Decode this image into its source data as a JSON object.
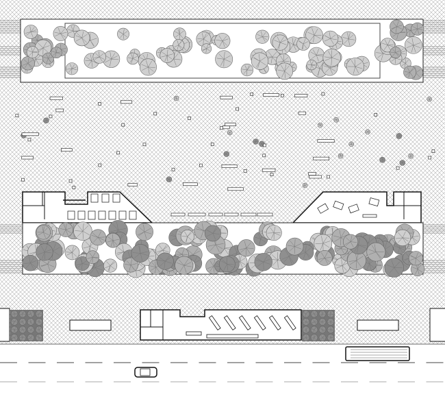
{
  "drawing": {
    "colors": {
      "hatch": "#b5b5b5",
      "line": "#1a1a1a",
      "tree_light": "#cfcfcf",
      "tree_mid": "#b0b0b0",
      "tree_dark": "#8f8f8f",
      "road_marking": "#444444"
    },
    "elements": [
      "plaza",
      "top-planter",
      "bottom-planter",
      "cafe-building-left",
      "cafe-building-right",
      "shop-building",
      "tree-grid",
      "bench",
      "bus",
      "car",
      "road"
    ]
  }
}
